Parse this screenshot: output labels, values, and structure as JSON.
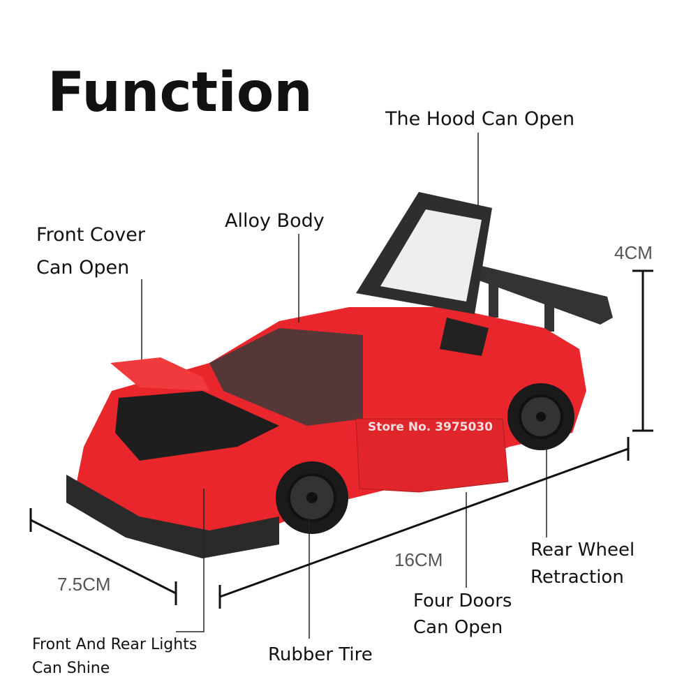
{
  "title": "Function",
  "labels": {
    "hood": "The Hood Can Open",
    "alloy": "Alloy Body",
    "front_cover_1": "Front Cover",
    "front_cover_2": "Can Open",
    "rear_wheel_1": "Rear Wheel",
    "rear_wheel_2": "Retraction",
    "doors_1": "Four Doors",
    "doors_2": "Can Open",
    "lights_1": "Front And Rear Lights",
    "lights_2": "Can Shine",
    "tire": "Rubber Tire"
  },
  "dimensions": {
    "height": "4CM",
    "length": "16CM",
    "width": "7.5CM"
  },
  "watermark": "Store No. 3975030",
  "colors": {
    "body": "#e8262b",
    "trim": "#2a2a2a"
  }
}
